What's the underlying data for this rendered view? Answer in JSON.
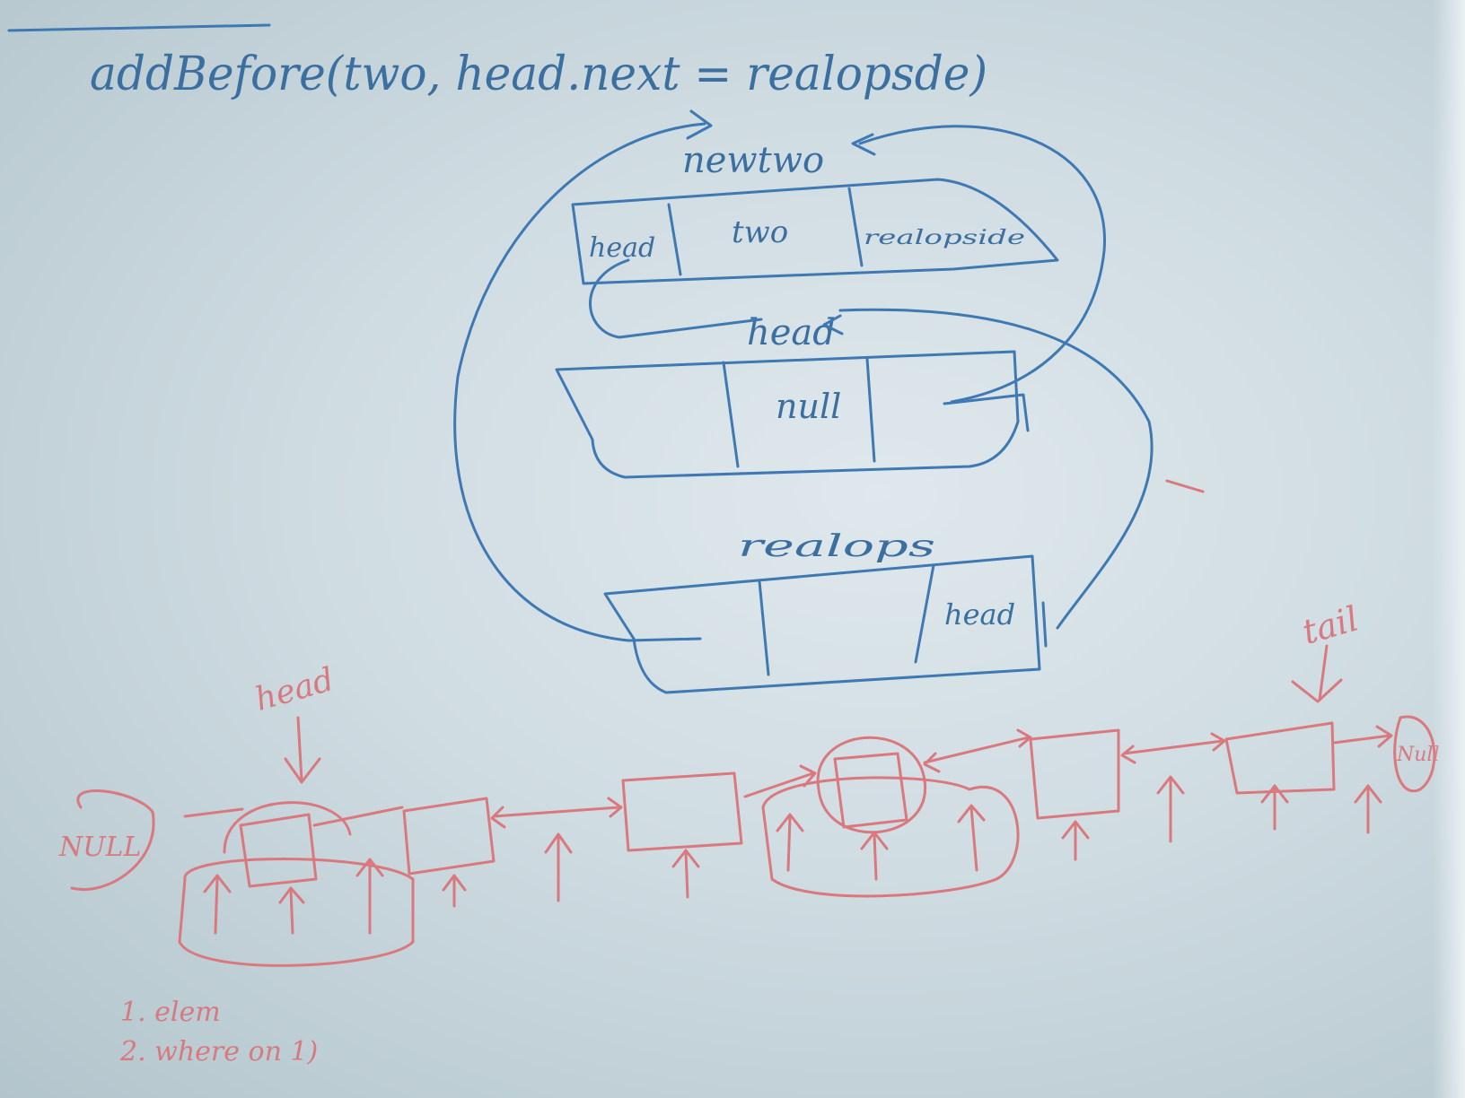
{
  "header": {
    "code_line": "addBefore(two, head.next = realopsde)"
  },
  "top_list": {
    "new_label": "newtwo",
    "new_node_cells": [
      "head",
      "two",
      "realopside"
    ],
    "head_label": "head",
    "head_node_value": "null",
    "third_label": "realops",
    "third_node_value": "head"
  },
  "bottom_list": {
    "head_label": "head",
    "tail_label": "tail",
    "left_null": "NULL",
    "right_null": "Null"
  },
  "notes": [
    "1. elem",
    "2. where on 1)"
  ],
  "colors": {
    "blue_marker": "#3f79b3",
    "red_marker": "#d9797e",
    "paper": "#cfdce2"
  }
}
